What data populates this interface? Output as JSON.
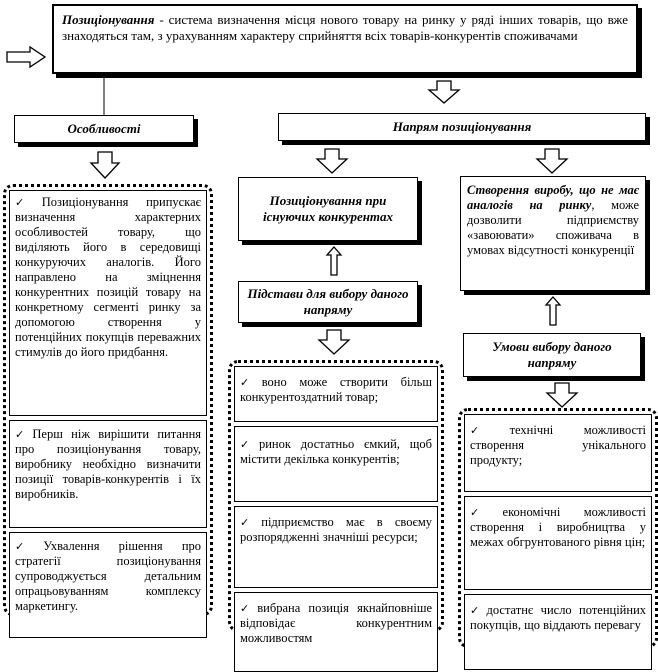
{
  "definition": {
    "term": "Позиціонування",
    "text": " - система визначення місця нового товару на ринку у ряді інших товарів, що вже знаходяться там, з урахуванням характеру сприйняття всіх товарів-конкурентів споживачами"
  },
  "features": {
    "title": "Особливості",
    "items": [
      "Позиціонування припускає визначення характерних особливостей товару, що виділяють його в середовищі конкуруючих аналогів. Його направлено на зміцнення конкурентних позицій товару на конкретному сегменті ринку за допомогою створення у потенційних покупців переважних стимулів до його придбання.",
      "Перш ніж вирішити питання про позиціонування товару, виробнику необхідно визначити позиції товарів-конкурентів і їх виробників.",
      "Ухвалення рішення про стратегії позиціонування супроводжується детальним опрацьовуванням комплексу маркетингу."
    ]
  },
  "direction": {
    "title": "Напрям позиціонування",
    "existing": {
      "title": "Позиціонування при існуючих конкурентах",
      "grounds_title": "Підстави для вибору даного напряму",
      "items": [
        "воно може створити більш конкурентоздатний товар;",
        "ринок достатньо ємкий, щоб містити декілька конкурентів;",
        "підприємство має в своєму розпорядженні значніші ресурси;",
        "вибрана позиція якнайповніше відповідає конкурентним можливостям"
      ]
    },
    "unique": {
      "title_bold": "Створення виробу, що не має аналогів на ринку",
      "text": ", може дозволити підприємству «завоювати» споживача в умовах відсутності конкуренції",
      "conditions_title": "Умови вибору даного напряму",
      "items": [
        "технічні можливості створення унікального продукту;",
        "економічні можливості створення і виробництва у межах обгрунтованого рівня цін;",
        "достатнє число потенційних покупців, що віддають перевагу"
      ]
    }
  },
  "icons": {
    "check": "check-icon",
    "arrow": "block-arrow-icon"
  }
}
